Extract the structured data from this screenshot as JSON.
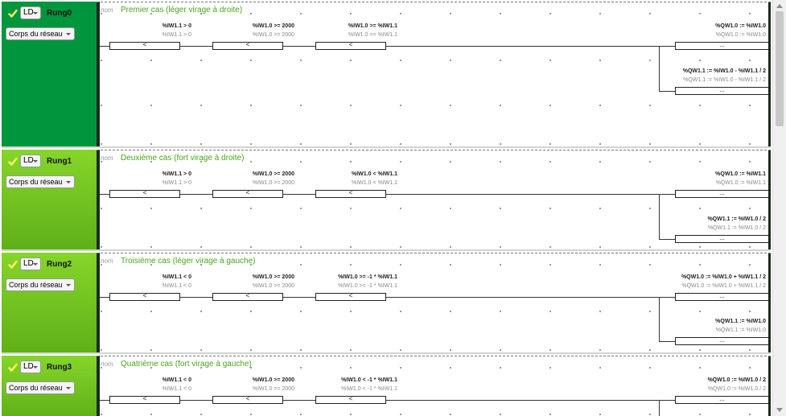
{
  "editor": {
    "ld_label": "LD",
    "corps_label": "Corps du réseau",
    "nom_label": "nom"
  },
  "colors": {
    "rung0": "#00963d",
    "rung_other": "#6cc020",
    "comment": "#46a61a",
    "check": "#ffff66"
  },
  "icons": {
    "check": "check-icon",
    "dropdown": "chevron-down-icon"
  },
  "rungs": [
    {
      "name": "Rung0",
      "comment": "Premier cas (léger virage à droite)",
      "contacts": [
        {
          "label": "%IW1.1 > 0",
          "sub": "%IW1.1 > 0",
          "op": "<"
        },
        {
          "label": "%IW1.0 >= 2000",
          "sub": "%IW1.0 >= 2000",
          "op": "<"
        },
        {
          "label": "%IW1.0 >= %IW1.1",
          "sub": "%IW1.0 >= %IW1.1",
          "op": "<"
        }
      ],
      "coils": [
        {
          "label": "%QW1.0 := %IW1.0",
          "sub": "%QW1.0 := %IW1.0",
          "value": "..."
        },
        {
          "label": "%QW1.1 := %IW1.0 - %IW1.1 / 2",
          "sub": "%QW1.1 := %IW1.0 - %IW1.1 / 2",
          "value": "..."
        }
      ]
    },
    {
      "name": "Rung1",
      "comment": "Deuxième cas (fort virage à droite)",
      "contacts": [
        {
          "label": "%IW1.1 > 0",
          "sub": "%IW1.1 > 0",
          "op": "<"
        },
        {
          "label": "%IW1.0 >= 2000",
          "sub": "%IW1.0 >= 2000",
          "op": "<"
        },
        {
          "label": "%IW1.0 < %IW1.1",
          "sub": "%IW1.0 < %IW1.1",
          "op": "<"
        }
      ],
      "coils": [
        {
          "label": "%QW1.0 := %IW1.1",
          "sub": "%QW1.0 := %IW1.1",
          "value": "..."
        },
        {
          "label": "%QW1.1 := %IW1.0 / 2",
          "sub": "%QW1.1 := %IW1.0 / 2",
          "value": "..."
        }
      ]
    },
    {
      "name": "Rung2",
      "comment": "Troisième cas (léger virage à gauche)",
      "contacts": [
        {
          "label": "%IW1.1 < 0",
          "sub": "%IW1.1 < 0",
          "op": "<"
        },
        {
          "label": "%IW1.0 >= 2000",
          "sub": "%IW1.0 >= 2000",
          "op": "<"
        },
        {
          "label": "%IW1.0 >= -1 * %IW1.1",
          "sub": "%IW1.0 >= -1 * %IW1.1",
          "op": "<"
        }
      ],
      "coils": [
        {
          "label": "%QW1.0 := %IW1.0 + %IW1.1 / 2",
          "sub": "%QW1.0 := %IW1.0 + %IW1.1 / 2",
          "value": "..."
        },
        {
          "label": "%QW1.1 := %IW1.0",
          "sub": "%QW1.1 := %IW1.0",
          "value": "..."
        }
      ]
    },
    {
      "name": "Rung3",
      "comment": "Quatrième cas (fort virage à gauche)",
      "contacts": [
        {
          "label": "%IW1.1 < 0",
          "sub": "%IW1.1 < 0",
          "op": "<"
        },
        {
          "label": "%IW1.0 >= 2000",
          "sub": "%IW1.0 >= 2000",
          "op": "<"
        },
        {
          "label": "%IW1.0 < -1 * %IW1.1",
          "sub": "%IW1.0 < -1 * %IW1.1",
          "op": "<"
        }
      ],
      "coils": [
        {
          "label": "%QW1.0 := %IW1.0 / 2",
          "sub": "%QW1.0 := %IW1.0 / 2",
          "value": "..."
        }
      ]
    }
  ]
}
